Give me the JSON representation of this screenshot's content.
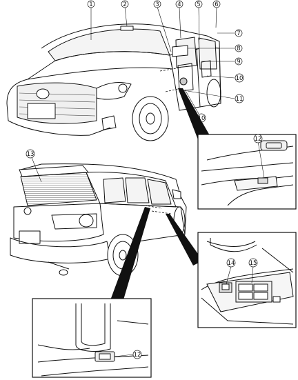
{
  "callouts": {
    "c1": "1",
    "c2": "2",
    "c3": "3",
    "c4": "4",
    "c5": "5",
    "c6": "6",
    "c7": "7",
    "c8": "8",
    "c9": "9",
    "c10a": "10",
    "c11": "11",
    "c10b": "10",
    "c12a": "12",
    "c13": "13",
    "c14": "14",
    "c15": "15",
    "c12b": "12"
  },
  "colors": {
    "line": "#111111",
    "glass": "#dadada",
    "inset_bg": "#ffffff"
  }
}
